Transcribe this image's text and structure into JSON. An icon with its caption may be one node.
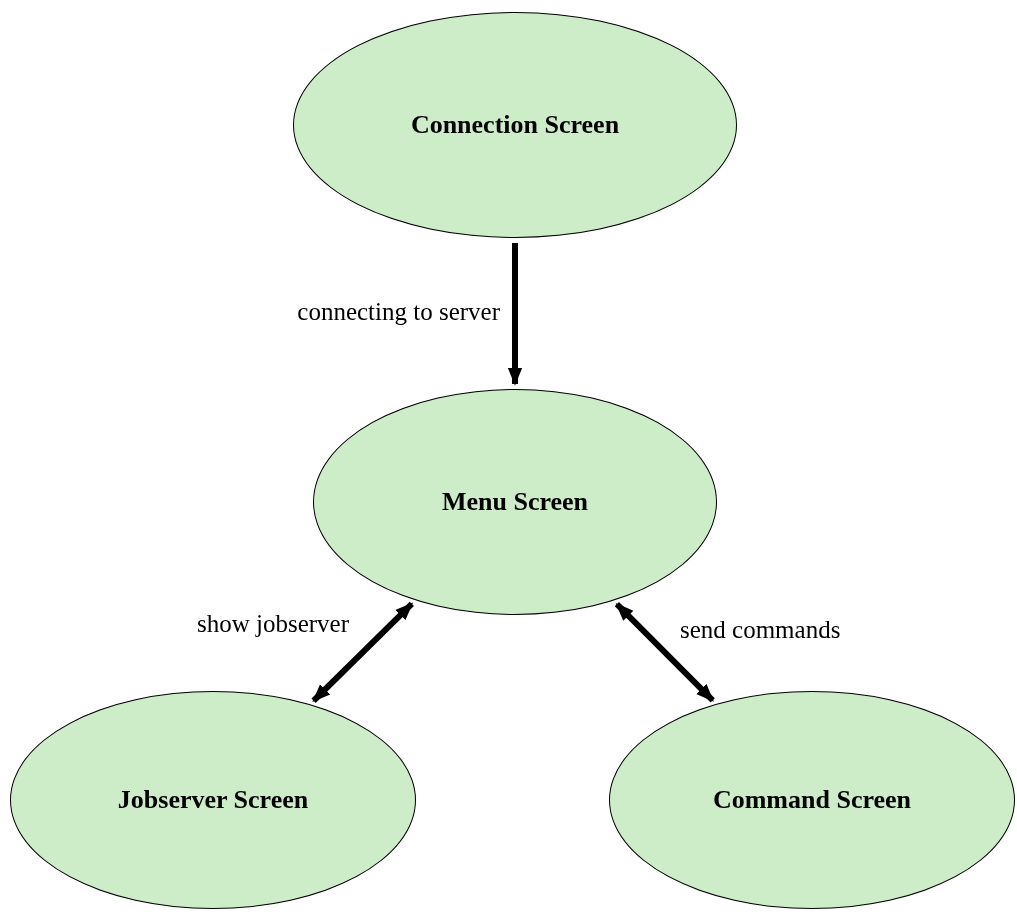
{
  "diagram": {
    "nodes": [
      {
        "text": [
          "Connection Screen"
        ]
      },
      {
        "text": [
          "Menu Screen"
        ]
      },
      {
        "text": [
          "Jobserver Screen"
        ]
      },
      {
        "text": [
          "Command Screen"
        ]
      }
    ],
    "edges": [
      {
        "from": 0,
        "to": 1,
        "arrow": "to",
        "label": "connecting to server"
      },
      {
        "from": 1,
        "to": 2,
        "arrow": "both",
        "label": "show jobserver"
      },
      {
        "from": 1,
        "to": 3,
        "arrow": "both",
        "label": "send commands"
      }
    ]
  }
}
